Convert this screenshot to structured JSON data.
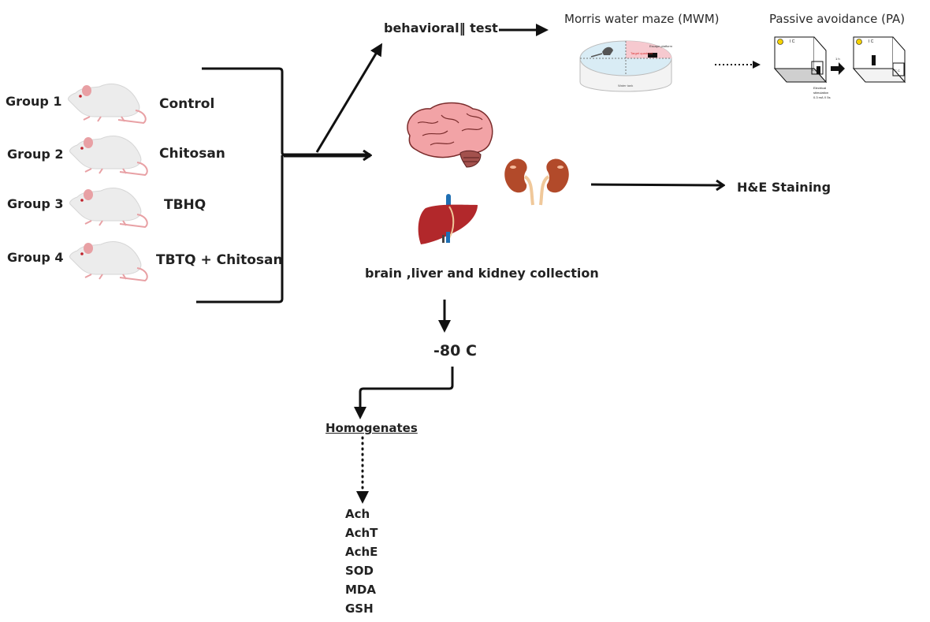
{
  "groups": [
    {
      "label": "Group 1",
      "treatment": "Control"
    },
    {
      "label": "Group 2",
      "treatment": "Chitosan"
    },
    {
      "label": "Group 3",
      "treatment": "TBHQ"
    },
    {
      "label": "Group 4",
      "treatment": "TBTQ + Chitosan"
    }
  ],
  "behavioral": {
    "label": "behavioral‖ test",
    "mwm_title": "Morris water maze (MWM)",
    "mwm_labels": {
      "escape": "Escape platform",
      "target": "Target quadrant",
      "tank": "Water tank"
    },
    "pa_title": "Passive avoidance (PA)",
    "pa_labels": {
      "ic": "I C",
      "cc": "C C",
      "time": "1 h",
      "stim1": "Electrical",
      "stim2": "stimulation",
      "stim3": "0.3 mA X 5s"
    }
  },
  "organs": {
    "caption": "brain ,liver and kidney collection",
    "he_label": "H&E Staining"
  },
  "storage": {
    "temp_label": "-80 C",
    "homogenates_label": "Homogenates"
  },
  "markers": [
    "Ach",
    "AchT",
    "AchE",
    "SOD",
    "MDA",
    "GSH"
  ],
  "colors": {
    "line": "#111111",
    "brain": "#f2a3a6",
    "brain_stroke": "#7a2c2c",
    "liver": "#b2282b",
    "kidney": "#b24a2a",
    "ureter": "#f0c89a",
    "vessel": "#1f6fb3",
    "mouse_body": "#ececec",
    "mouse_pink": "#e8a0a4",
    "target_quadrant": "#f6c9cf",
    "water": "#d9ecf5"
  }
}
